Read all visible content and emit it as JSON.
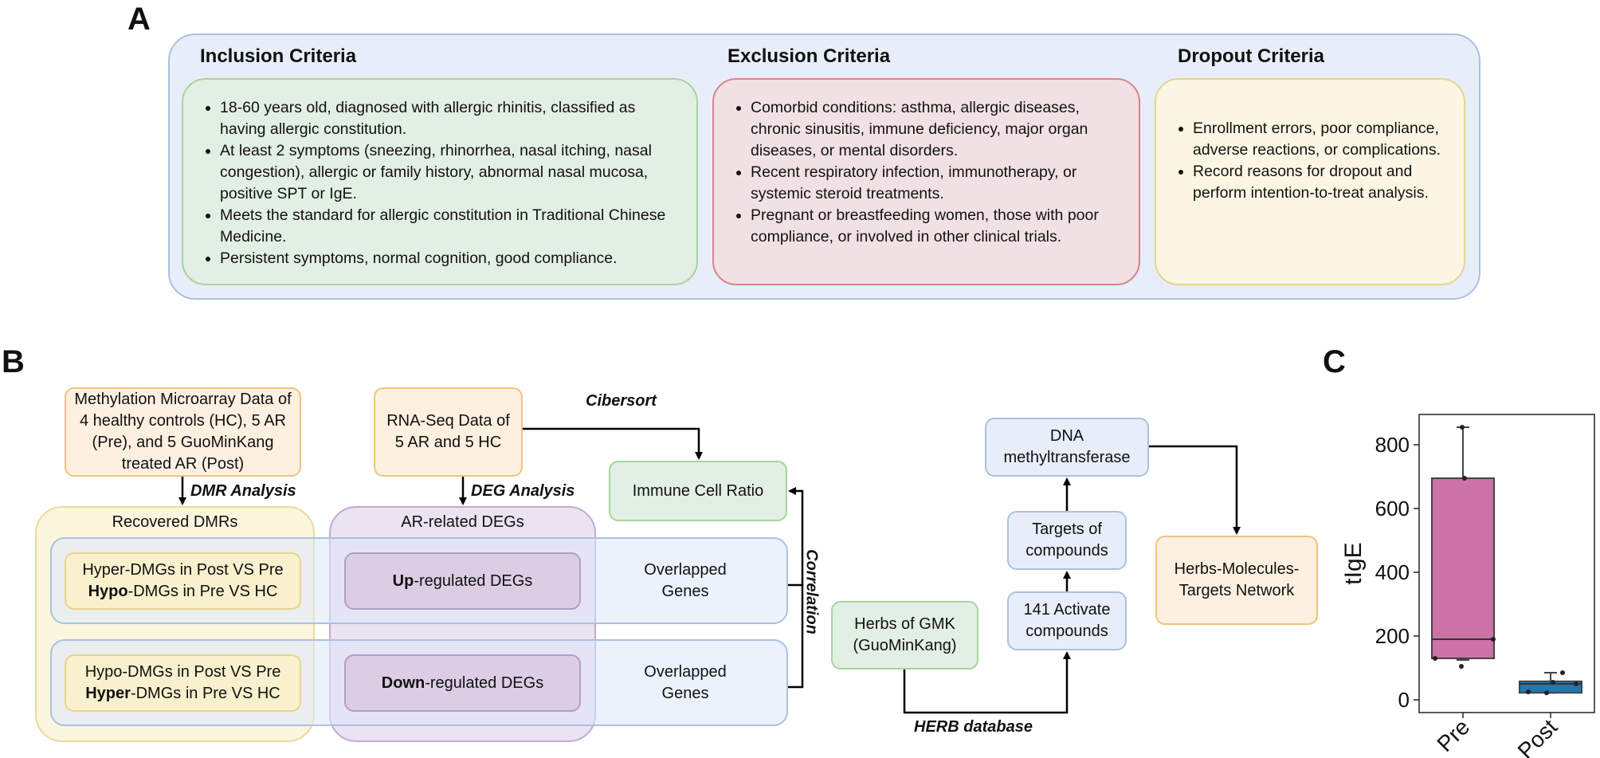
{
  "panels": {
    "a": "A",
    "b": "B",
    "c": "C"
  },
  "panel_a": {
    "inclusion": {
      "title": "Inclusion Criteria",
      "items": [
        "18-60 years old, diagnosed with allergic rhinitis, classified as having allergic constitution.",
        "At least 2 symptoms (sneezing, rhinorrhea, nasal itching, nasal congestion), allergic or family history, abnormal nasal mucosa, positive SPT or IgE.",
        "Meets the standard for allergic constitution in Traditional Chinese Medicine.",
        "Persistent symptoms, normal cognition, good compliance."
      ]
    },
    "exclusion": {
      "title": "Exclusion Criteria",
      "items": [
        "Comorbid conditions: asthma, allergic diseases, chronic sinusitis, immune deficiency, major organ diseases, or mental disorders.",
        "Recent respiratory infection, immunotherapy, or systemic steroid treatments.",
        "Pregnant or breastfeeding women, those with poor compliance, or involved in other clinical trials."
      ]
    },
    "dropout": {
      "title": "Dropout Criteria",
      "items": [
        "Enrollment errors, poor compliance, adverse reactions, or complications.",
        "Record reasons for dropout and perform intention-to-treat analysis."
      ]
    }
  },
  "panel_b": {
    "methylation": "Methylation Microarray Data of 4 healthy controls (HC), 5 AR (Pre), and 5 GuoMinKang treated AR (Post)",
    "rnaseq": "RNA-Seq Data of 5 AR and 5 HC",
    "cibersort": "Cibersort",
    "dmr_analysis": "DMR Analysis",
    "deg_analysis": "DEG Analysis",
    "immune": "Immune Cell Ratio",
    "correlation": "Correlation",
    "recovered_dmrs": "Recovered DMRs",
    "ar_degs": "AR-related DEGs",
    "hyper_line1": "Hyper-DMGs in Post VS Pre",
    "hyper_line2_bold": "Hypo",
    "hyper_line2_rest": "-DMGs in Pre VS HC",
    "hypo_line1": "Hypo-DMGs in Post VS Pre",
    "hypo_line2_bold": "Hyper",
    "hypo_line2_rest": "-DMGs in Pre VS HC",
    "up_bold": "Up",
    "up_rest": "-regulated DEGs",
    "down_bold": "Down",
    "down_rest": "-regulated DEGs",
    "overlapped": "Overlapped Genes",
    "herbs": "Herbs of GMK (GuoMinKang)",
    "herb_db": "HERB database",
    "compounds": "141 Activate compounds",
    "targets": "Targets of compounds",
    "dnmt": "DNA methyltransferase",
    "network": "Herbs-Molecules-Targets Network"
  },
  "chart_data": {
    "type": "box",
    "title": "",
    "xlabel": "",
    "ylabel": "tIgE",
    "categories": [
      "Pre",
      "Post"
    ],
    "yticks": [
      0,
      200,
      400,
      600,
      800
    ],
    "ylim": [
      -40,
      895
    ],
    "grid": false,
    "boxes": [
      {
        "name": "Pre",
        "color": "#cc72a8",
        "whisker_low": 125,
        "q1": 130,
        "median": 190,
        "q3": 695,
        "whisker_high": 855,
        "points": [
          855,
          695,
          190,
          130,
          105
        ]
      },
      {
        "name": "Post",
        "color": "#1f77b4",
        "whisker_low": 22,
        "q1": 22,
        "median": 50,
        "q3": 58,
        "whisker_high": 85,
        "points": [
          85,
          55,
          50,
          25,
          22
        ]
      }
    ]
  },
  "colors": {
    "blue_fill": "#e8eef9",
    "blue_edge": "#a9c1e2",
    "green_fill": "#e2efe4",
    "green_edge": "#a8d49c",
    "red_fill": "#f2e1e4",
    "red_edge": "#d9838f",
    "yellow_fill": "#fbf6e4",
    "yellow_edge": "#e7d48e",
    "orange_fill": "#fdf0e1",
    "orange_edge": "#f0c47c",
    "purple_fill": "#e8dcec",
    "purple_edge": "#b59bc8"
  }
}
